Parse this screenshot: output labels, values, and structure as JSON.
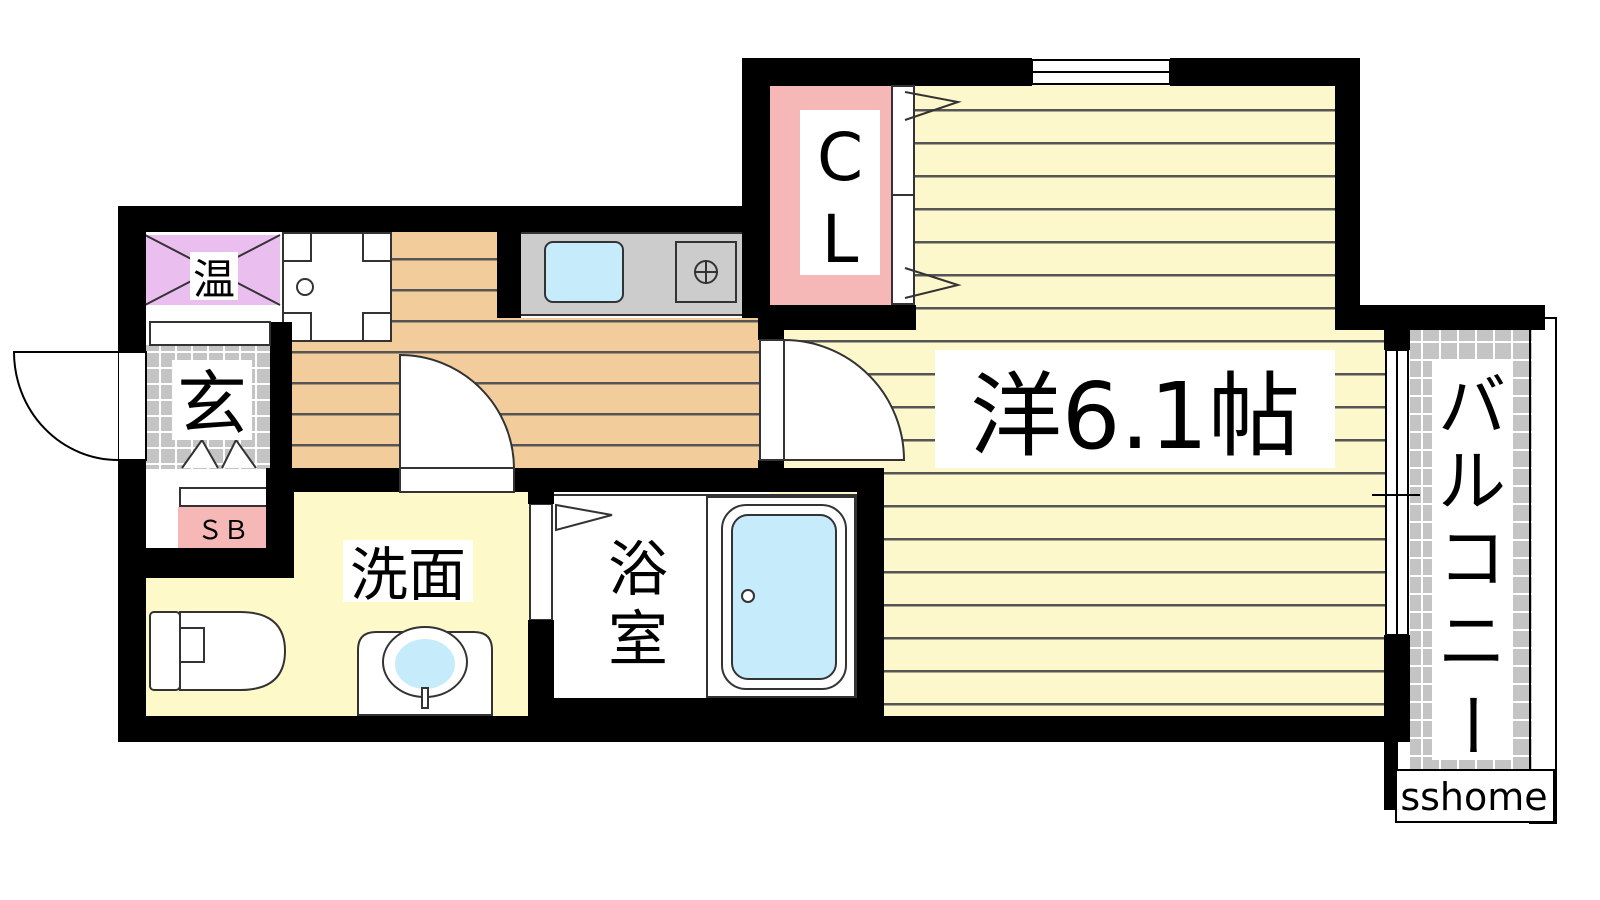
{
  "rooms": {
    "western": "洋6.1帖",
    "closet": "CL",
    "water_heater": "温",
    "entrance": "玄",
    "shoe_box": "ＳＢ",
    "washroom": "洗面",
    "bath": [
      "浴",
      "室"
    ],
    "balcony": [
      "バ",
      "ル",
      "コ",
      "ニ",
      "ー"
    ]
  },
  "watermark": "sshome",
  "colors": {
    "wall": "#000000",
    "western_floor": "#fdf8cc",
    "kitchen_floor": "#f2cd9b",
    "closet": "#f6b8b6",
    "water_heater": "#eabff0",
    "washroom": "#fdf9c8",
    "tile": "#cccccc",
    "fixture": "#c6ecfb"
  }
}
